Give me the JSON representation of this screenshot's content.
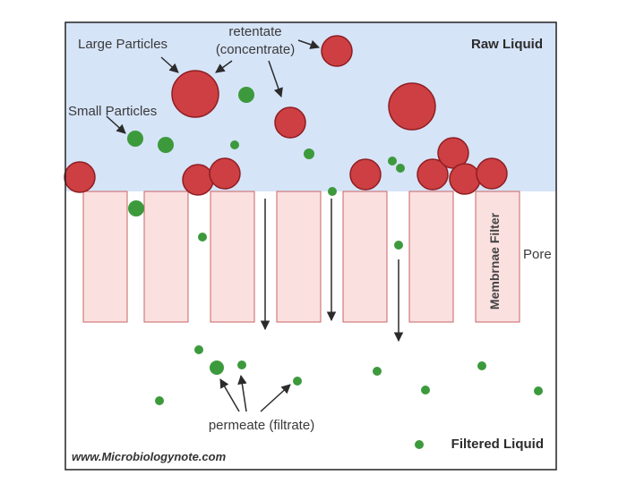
{
  "labels": {
    "large_particles": "Large Particles",
    "retentate_line1": "retentate",
    "retentate_line2": "(concentrate)",
    "small_particles": "Small Particles",
    "raw_liquid": "Raw Liquid",
    "pore": "Pore",
    "membrane_filter": "Membrnae Filter",
    "permeate": "permeate (filtrate)",
    "filtered_liquid": "Filtered Liquid",
    "website": "www.Microbiologynote.com"
  },
  "colors": {
    "raw_liquid_fill": "#d6e4f8",
    "membrane_fill": "#fbe0e0",
    "membrane_stroke": "#c86464",
    "large_particle": "#cd3f42",
    "large_particle_stroke": "#8e1e22",
    "small_particle": "#3c9a3c",
    "arrow": "#2b2b2b",
    "frame": "#222222"
  }
}
